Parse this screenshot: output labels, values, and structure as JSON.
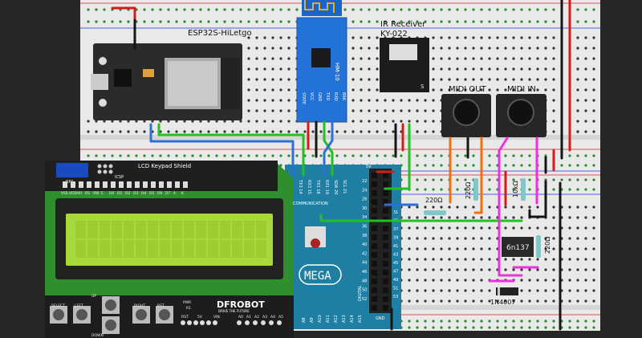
{
  "colors": {
    "background": "#262626",
    "breadboard": "#e9e9e9",
    "rail_red": "#e05050",
    "rail_blue": "#5060e0",
    "arduino": "#1f7fa3",
    "shield_pcb": "#2f8f2f",
    "lcd": "#a8d83a",
    "wire_red": "#d41c1c",
    "wire_black": "#151515",
    "wire_green": "#22c020",
    "wire_blue": "#2f6fd8",
    "wire_orange": "#f07010",
    "wire_magenta": "#f030e0"
  },
  "esp32": {
    "label": "ESP32S-HiLetgo"
  },
  "hm10": {
    "label": "HM-10",
    "pins": [
      "STATE",
      "VCC",
      "GND",
      "TXD",
      "RXD",
      "BRK"
    ]
  },
  "ir": {
    "label_line1": "IR Receiver",
    "label_line2": "KY-022",
    "pin_s": "S"
  },
  "midi_out": {
    "label": "MIDI OUT"
  },
  "midi_in": {
    "label": "MIDI IN"
  },
  "resistors": {
    "r1": "220Ω",
    "r2": "220Ω",
    "r3": "10kΩ",
    "r4": "220Ω"
  },
  "optocoupler": {
    "label": "6n137"
  },
  "diode": {
    "label": "1N4007"
  },
  "shield": {
    "title": "LCD Keypad Shield",
    "rp1": "RP1",
    "icsp": "ICSP",
    "lcd_pins": [
      "VSS",
      "VDD",
      "V0",
      "RS",
      "RW",
      "E",
      "D0",
      "D1",
      "D2",
      "D3",
      "D4",
      "D5",
      "D6",
      "D7",
      "A",
      "K"
    ],
    "buttons": [
      "SELECT",
      "LEFT",
      "UP",
      "DOWN",
      "RIGHT",
      "RST"
    ],
    "pwr": "PWR",
    "r1": "R1",
    "brand": "DFROBOT",
    "tagline": "DRIVE THE FUTURE",
    "power_pins": [
      "RST",
      "5V",
      "VIN"
    ],
    "analog_pins": [
      "A0",
      "A1",
      "A2",
      "A3",
      "A4",
      "A5"
    ]
  },
  "arduino": {
    "model": "MEGA",
    "communication": "COMMUNICATION",
    "digital": "DIGITAL",
    "comm_pins": [
      "TX3 14",
      "RX3 15",
      "TX1 18",
      "RX1 19",
      "SDA 20",
      "SCL 21"
    ],
    "header_left": [
      "22",
      "24",
      "26",
      "30",
      "34",
      "36",
      "38",
      "40",
      "42",
      "44",
      "46",
      "48",
      "50",
      "52"
    ],
    "header_right": [
      "31",
      "35",
      "37",
      "39",
      "41",
      "43",
      "45",
      "47",
      "49",
      "51",
      "53"
    ],
    "analog": [
      "A8",
      "A9",
      "A10",
      "A11",
      "A12",
      "A13",
      "A14",
      "A15"
    ],
    "gnd": "GND",
    "v5": "5V"
  }
}
